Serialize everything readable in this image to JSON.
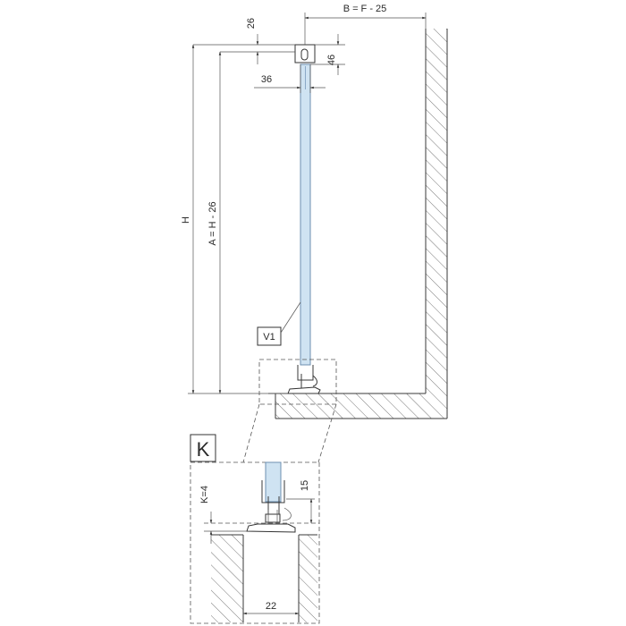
{
  "labels": {
    "dim_top_26": "26",
    "dim_b": "B = F - 25",
    "dim_46": "46",
    "dim_36": "36",
    "dim_h": "H",
    "dim_a": "A = H - 26",
    "callout_v1": "V1",
    "detail_k": "K",
    "dim_k4": "K=4",
    "dim_15": "15",
    "dim_22": "22"
  }
}
